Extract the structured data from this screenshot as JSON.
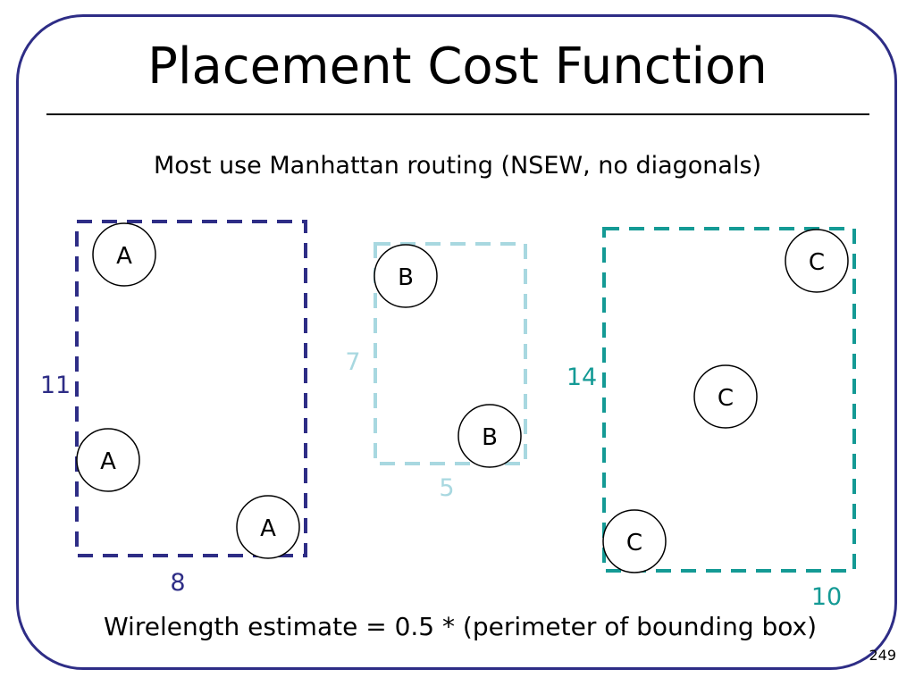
{
  "title": "Placement Cost Function",
  "subtitle": "Most use Manhattan routing (NSEW, no diagonals)",
  "footer": "Wirelength estimate = 0.5 * (perimeter of bounding box)",
  "page_number": "249",
  "colors": {
    "frame": "#2e2d86",
    "net_a": "#2e2d86",
    "net_b": "#a8d8e0",
    "net_c": "#149a95"
  },
  "nets": [
    {
      "id": "net-a",
      "node_label": "A",
      "width_label": "8",
      "height_label": "11"
    },
    {
      "id": "net-b",
      "node_label": "B",
      "width_label": "5",
      "height_label": "7"
    },
    {
      "id": "net-c",
      "node_label": "C",
      "width_label": "10",
      "height_label": "14"
    }
  ]
}
